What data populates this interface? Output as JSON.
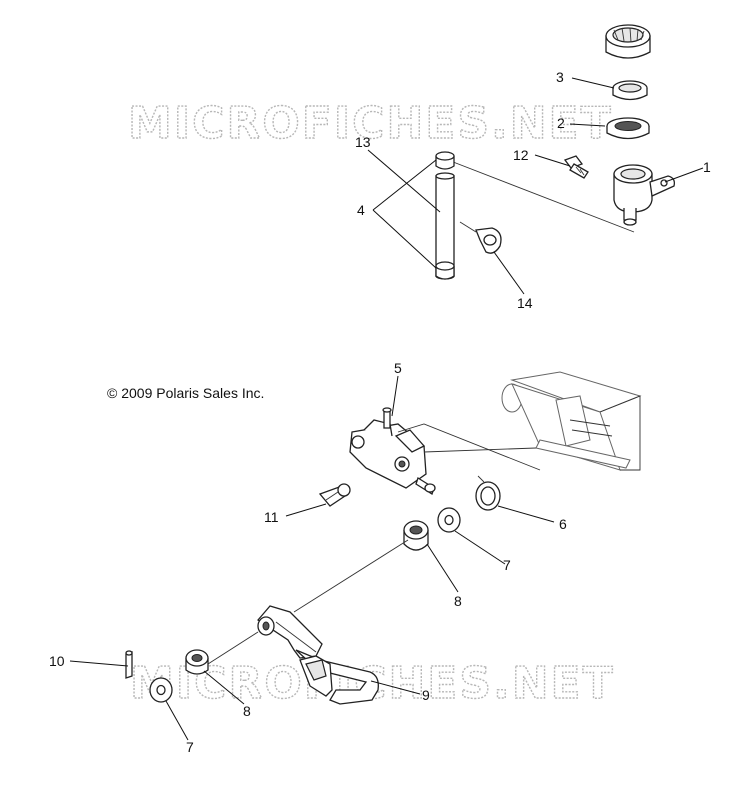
{
  "watermark": {
    "text": "MICROFICHES.NET"
  },
  "copyright": "© 2009 Polaris Sales Inc.",
  "callouts": {
    "c1": "1",
    "c2": "2",
    "c3": "3",
    "c4": "4",
    "c5": "5",
    "c6": "6",
    "c7a": "7",
    "c7b": "7",
    "c8a": "8",
    "c8b": "8",
    "c9": "9",
    "c10": "10",
    "c11": "11",
    "c12": "12",
    "c13": "13",
    "c14": "14"
  }
}
